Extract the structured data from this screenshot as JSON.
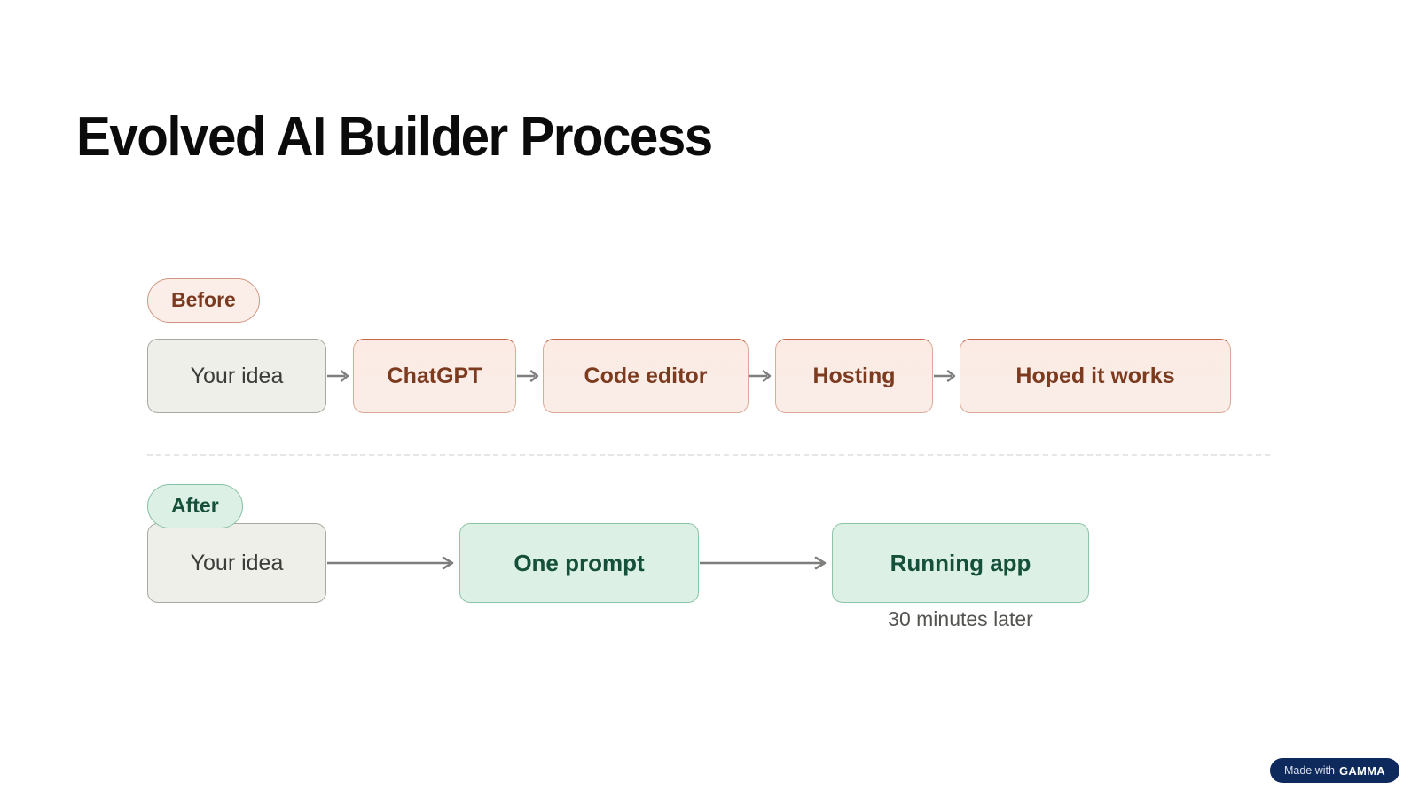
{
  "slide": {
    "title": "Evolved AI Builder Process",
    "background_color": "#FFFFFF"
  },
  "sections": {
    "before": {
      "badge_label": "Before",
      "badge_bg": "#FBEDE7",
      "badge_border": "#CE9683",
      "badge_text_color": "#7B3A1F",
      "steps": [
        {
          "label": "Your idea",
          "style": "neutral"
        },
        {
          "label": "ChatGPT",
          "style": "before"
        },
        {
          "label": "Code editor",
          "style": "before"
        },
        {
          "label": "Hosting",
          "style": "before"
        },
        {
          "label": "Hoped it works",
          "style": "before"
        }
      ]
    },
    "after": {
      "badge_label": "After",
      "badge_bg": "#DDF0E6",
      "badge_border": "#86C0A1",
      "badge_text_color": "#14503A",
      "steps": [
        {
          "label": "Your idea",
          "style": "neutral"
        },
        {
          "label": "One prompt",
          "style": "after"
        },
        {
          "label": "Running app",
          "style": "after",
          "caption": "30 minutes later"
        }
      ]
    }
  },
  "divider": {
    "style": "dashed",
    "color": "#E6E6E6"
  },
  "footer_badge": {
    "prefix": "Made with",
    "brand": "GAMMA",
    "bg": "#0E2A5C"
  },
  "icons": {
    "arrow": "arrow-right-icon"
  }
}
